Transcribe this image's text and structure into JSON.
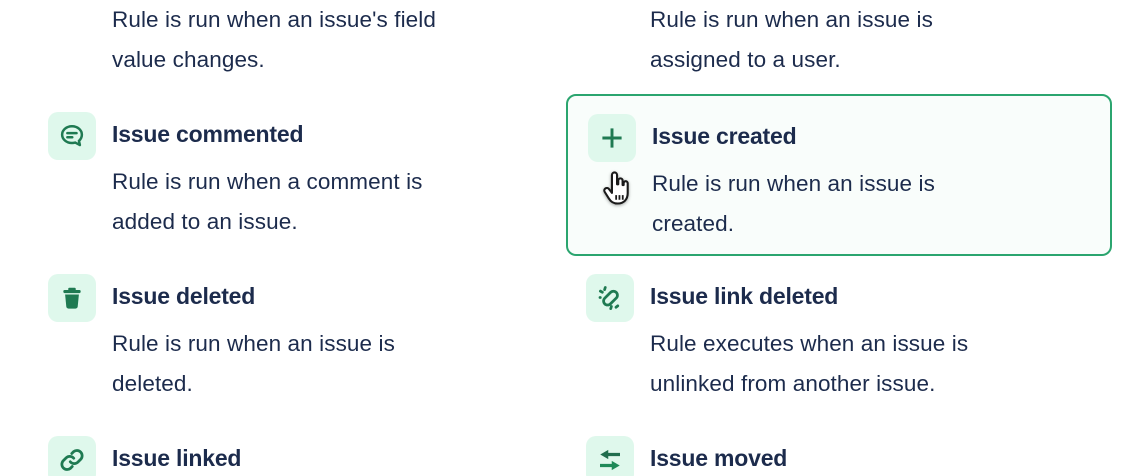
{
  "colors": {
    "accent_border_green": "#2BA56F",
    "icon_green": "#1F7A52",
    "icon_tile_bg": "#DFF8EC",
    "selected_card_bg": "#F9FDFB",
    "text_color": "#1C2B4C"
  },
  "triggers": [
    {
      "description": "Rule is run when an issue's field\nvalue changes."
    },
    {
      "description": "Rule is run when an issue is\nassigned to a user."
    },
    {
      "title": "Issue commented",
      "icon": "comment-icon",
      "description": "Rule is run when a comment is\nadded to an issue."
    },
    {
      "title": "Issue created",
      "icon": "plus-icon",
      "selected": true,
      "description": "Rule is run when an issue is\ncreated."
    },
    {
      "title": "Issue deleted",
      "icon": "trash-icon",
      "description": "Rule is run when an issue is\ndeleted."
    },
    {
      "title": "Issue link deleted",
      "icon": "broken-link-icon",
      "description": "Rule executes when an issue is\nunlinked from another issue."
    },
    {
      "title": "Issue linked",
      "icon": "link-icon"
    },
    {
      "title": "Issue moved",
      "icon": "transfer-arrows-icon"
    }
  ],
  "cursor": {
    "icon": "hand-pointer-cursor-icon"
  }
}
